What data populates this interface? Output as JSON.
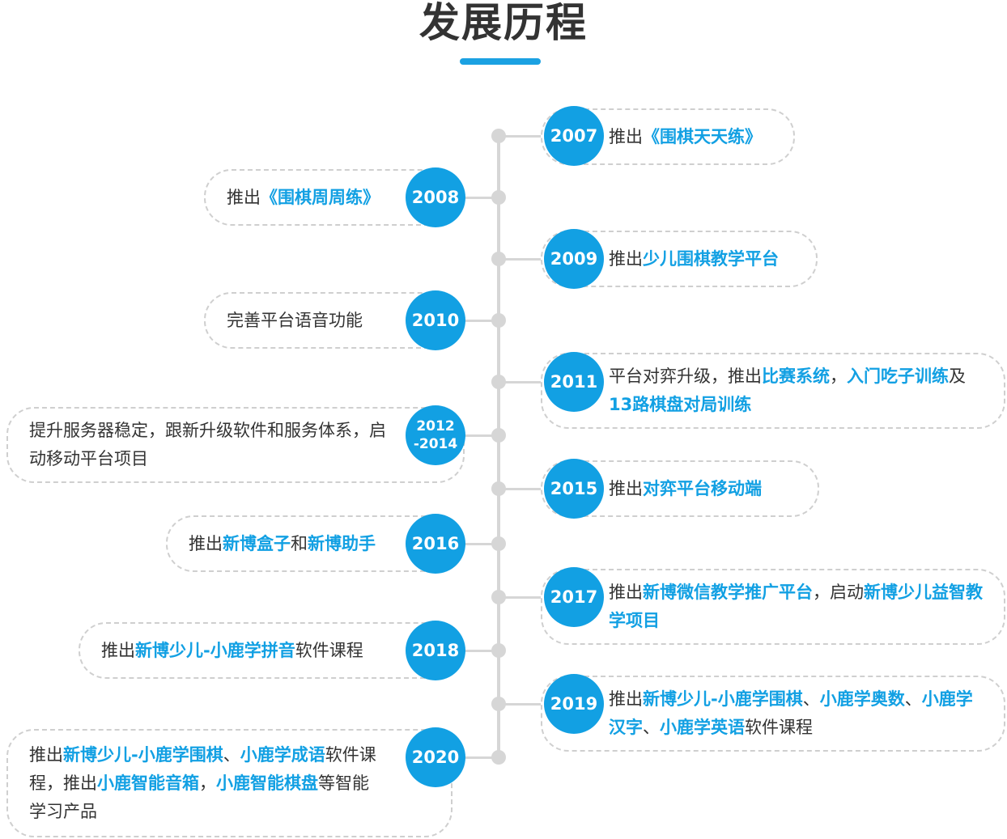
{
  "title": "发展历程",
  "colors": {
    "accent": "#12a0e3",
    "line": "#d6d6d6",
    "text": "#333333"
  },
  "events": [
    {
      "year": "2007",
      "side": "right",
      "segments": [
        {
          "text": "推出",
          "hl": false
        },
        {
          "text": "《围棋天天练》",
          "hl": true
        }
      ]
    },
    {
      "year": "2008",
      "side": "left",
      "segments": [
        {
          "text": "推出",
          "hl": false
        },
        {
          "text": "《围棋周周练》",
          "hl": true
        }
      ]
    },
    {
      "year": "2009",
      "side": "right",
      "segments": [
        {
          "text": "推出",
          "hl": false
        },
        {
          "text": "少儿围棋教学平台",
          "hl": true
        }
      ]
    },
    {
      "year": "2010",
      "side": "left",
      "segments": [
        {
          "text": "完善平台语音功能",
          "hl": false
        }
      ]
    },
    {
      "year": "2011",
      "side": "right",
      "segments": [
        {
          "text": "平台对弈升级，推出",
          "hl": false
        },
        {
          "text": "比赛系统",
          "hl": true
        },
        {
          "text": "，",
          "hl": false
        },
        {
          "text": "入门吃子训练",
          "hl": true
        },
        {
          "text": "及",
          "hl": false
        },
        {
          "text": "13路棋盘对局训练",
          "hl": true
        }
      ]
    },
    {
      "year": "2012\n-2014",
      "side": "left",
      "segments": [
        {
          "text": "提升服务器稳定，跟新升级软件和服务体系，启动移动平台项目",
          "hl": false
        }
      ]
    },
    {
      "year": "2015",
      "side": "right",
      "segments": [
        {
          "text": "推出",
          "hl": false
        },
        {
          "text": "对弈平台移动端",
          "hl": true
        }
      ]
    },
    {
      "year": "2016",
      "side": "left",
      "segments": [
        {
          "text": "推出",
          "hl": false
        },
        {
          "text": "新博盒子",
          "hl": true
        },
        {
          "text": "和",
          "hl": false
        },
        {
          "text": "新博助手",
          "hl": true
        }
      ]
    },
    {
      "year": "2017",
      "side": "right",
      "segments": [
        {
          "text": "推出",
          "hl": false
        },
        {
          "text": "新博微信教学推广平台",
          "hl": true
        },
        {
          "text": "，启动",
          "hl": false
        },
        {
          "text": "新博少儿益智教学项目",
          "hl": true
        }
      ]
    },
    {
      "year": "2018",
      "side": "left",
      "segments": [
        {
          "text": "推出",
          "hl": false
        },
        {
          "text": "新博少儿-小鹿学拼音",
          "hl": true
        },
        {
          "text": "软件课程",
          "hl": false
        }
      ]
    },
    {
      "year": "2019",
      "side": "right",
      "segments": [
        {
          "text": "推出",
          "hl": false
        },
        {
          "text": "新博少儿-小鹿学围棋",
          "hl": true
        },
        {
          "text": "、",
          "hl": false
        },
        {
          "text": "小鹿学奥数",
          "hl": true
        },
        {
          "text": "、",
          "hl": false
        },
        {
          "text": "小鹿学汉字",
          "hl": true
        },
        {
          "text": "、",
          "hl": false
        },
        {
          "text": "小鹿学英语",
          "hl": true
        },
        {
          "text": "软件课程",
          "hl": false
        }
      ]
    },
    {
      "year": "2020",
      "side": "left",
      "segments": [
        {
          "text": "推出",
          "hl": false
        },
        {
          "text": "新博少儿-小鹿学围棋",
          "hl": true
        },
        {
          "text": "、",
          "hl": false
        },
        {
          "text": "小鹿学成语",
          "hl": true
        },
        {
          "text": "软件课程，推出",
          "hl": false
        },
        {
          "text": "小鹿智能音箱",
          "hl": true
        },
        {
          "text": "，",
          "hl": false
        },
        {
          "text": "小鹿智能棋盘",
          "hl": true
        },
        {
          "text": "等智能学习产品",
          "hl": false
        }
      ]
    }
  ]
}
